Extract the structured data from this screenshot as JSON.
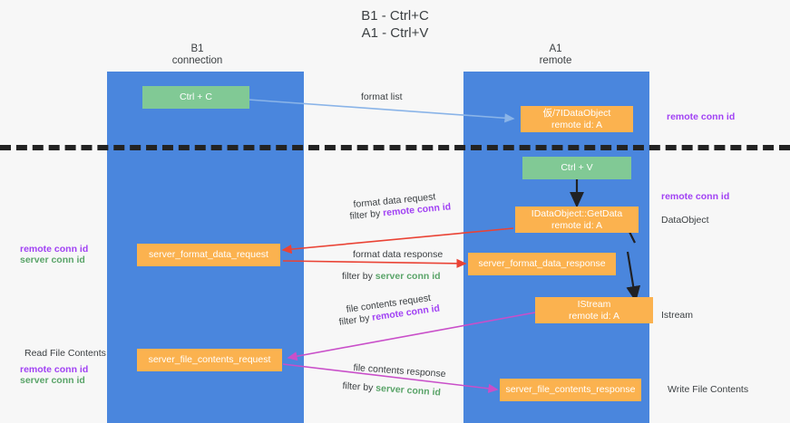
{
  "title": "B1 - Ctrl+C\nA1 - Ctrl+V",
  "colors": {
    "lane": "#4a86dd",
    "green_node": "#81c995",
    "orange_node": "#fbb24f",
    "purple_text": "#a142f4",
    "green_text": "#5aa469",
    "dark_text": "#3c4043",
    "format_list_arrow": "#8ab4e8",
    "red_arrow": "#ea4335",
    "black_arrow": "#202124",
    "magenta_arrow": "#c94fc9",
    "divider": "#232323",
    "background": "#f7f7f7"
  },
  "lanes": [
    {
      "name": "b1",
      "title": "B1\nconnection"
    },
    {
      "name": "a1",
      "title": "A1\nremote"
    }
  ],
  "nodes": [
    {
      "id": "ctrl-c",
      "label": "Ctrl + C",
      "sub": "",
      "kind": "green"
    },
    {
      "id": "idataobject-remote",
      "label": "仮/7IDataObject",
      "sub": "remote id: A",
      "kind": "orange"
    },
    {
      "id": "ctrl-v",
      "label": "Ctrl + V",
      "sub": "",
      "kind": "green"
    },
    {
      "id": "getdata",
      "label": "IDataObject::GetData",
      "sub": "remote id: A",
      "kind": "orange"
    },
    {
      "id": "server-format-data-request",
      "label": "server_format_data_request",
      "sub": "",
      "kind": "orange"
    },
    {
      "id": "server-format-data-response",
      "label": "server_format_data_response",
      "sub": "",
      "kind": "orange"
    },
    {
      "id": "istream",
      "label": "IStream",
      "sub": "remote id: A",
      "kind": "orange"
    },
    {
      "id": "server-file-contents-request",
      "label": "server_file_contents_request",
      "sub": "",
      "kind": "orange"
    },
    {
      "id": "server-file-contents-response",
      "label": "server_file_contents_response",
      "sub": "",
      "kind": "orange"
    }
  ],
  "edge_labels": [
    {
      "id": "format-list",
      "text": "format list"
    },
    {
      "id": "format-data-request",
      "text": "format data request"
    },
    {
      "id": "filter-by-remote-conn-id-1",
      "prefix": "filter by ",
      "highlight": "remote conn id",
      "highlight_color": "purple"
    },
    {
      "id": "format-data-response",
      "text": "format data response"
    },
    {
      "id": "filter-by-server-conn-id-1",
      "prefix": "filter by ",
      "highlight": "server conn id",
      "highlight_color": "green"
    },
    {
      "id": "file-contents-request",
      "text": "file contents request"
    },
    {
      "id": "filter-by-remote-conn-id-2",
      "prefix": "filter by ",
      "highlight": "remote conn id",
      "highlight_color": "purple"
    },
    {
      "id": "file-contents-response",
      "text": "file contents response"
    },
    {
      "id": "filter-by-server-conn-id-2",
      "prefix": "filter by ",
      "highlight": "server conn id",
      "highlight_color": "green"
    }
  ],
  "annotations": [
    {
      "id": "right-remote-conn-id-1",
      "text": "remote conn id",
      "style": "purple"
    },
    {
      "id": "right-remote-conn-id-2",
      "text": "remote conn id",
      "style": "purple"
    },
    {
      "id": "right-dataobject",
      "text": "DataObject",
      "style": "dark"
    },
    {
      "id": "right-istream",
      "text": "Istream",
      "style": "dark"
    },
    {
      "id": "right-write-file-contents",
      "text": "Write File Contents",
      "style": "dark"
    },
    {
      "id": "left-conn-ids-1",
      "text": "remote conn id",
      "style": "purple"
    },
    {
      "id": "left-conn-ids-1b",
      "text": "server conn id",
      "style": "green"
    },
    {
      "id": "left-read-file-contents",
      "text": "Read File Contents",
      "style": "dark"
    },
    {
      "id": "left-conn-ids-2",
      "text": "remote conn id",
      "style": "purple"
    },
    {
      "id": "left-conn-ids-2b",
      "text": "server conn id",
      "style": "green"
    }
  ]
}
